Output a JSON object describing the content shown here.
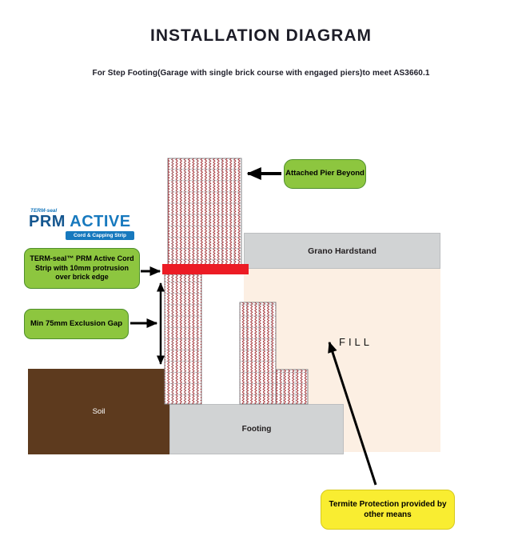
{
  "title": "INSTALLATION DIAGRAM",
  "subtitle": "For Step Footing(Garage with single brick course with engaged piers)to meet AS3660.1",
  "logo": {
    "prefix": "TERM-seal",
    "main_a": "PRM",
    "main_b": " ACTIVE",
    "sub": "Cord & Capping Strip"
  },
  "labels": {
    "attached_pier": "Attached Pier Beyond",
    "grano": "Grano Hardstand",
    "cord_strip": "TERM-seal™ PRM Active Cord Strip with 10mm protrusion over brick edge",
    "exclusion_gap": "Min 75mm Exclusion Gap",
    "soil": "Soil",
    "footing": "Footing",
    "fill": "FILL",
    "termite": "Termite Protection provided by other means"
  },
  "colors": {
    "callout_green": "#8dc63f",
    "callout_green_border": "#4f8f2c",
    "callout_yellow": "#f9ed31",
    "cord_strip_red": "#ec1b24",
    "concrete_gray": "#d1d3d4",
    "fill_cream": "#fcefe3",
    "soil_brown": "#5d3a1e",
    "brand_blue": "#1779be",
    "brick_hatch_red": "#9c2025",
    "title_text": "#1d1d28"
  }
}
